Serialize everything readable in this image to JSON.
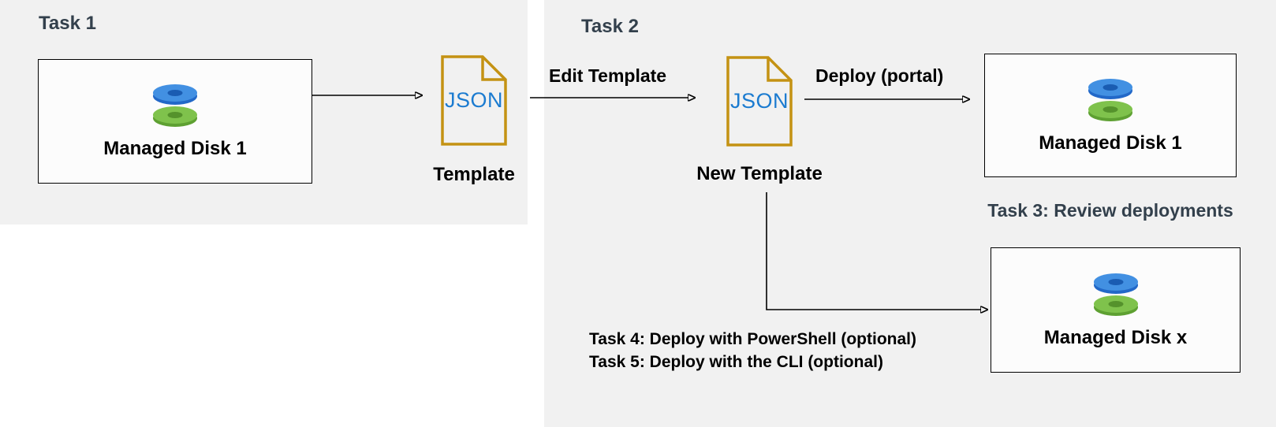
{
  "colors": {
    "panel": "#f1f1f1",
    "heading": "#33404c",
    "text": "#000000",
    "box_border": "#000000",
    "arrow": "#000000",
    "json_gold": "#c49213",
    "json_blue": "#1b7bd0",
    "disk_blue_top": "#4290e2",
    "disk_blue_side": "#2268c8",
    "disk_blue_hole": "#1a5cb2",
    "disk_green_top": "#7fc24c",
    "disk_green_side": "#5ea032",
    "disk_green_hole": "#55922c"
  },
  "headings": {
    "task1": "Task 1",
    "task2": "Task 2"
  },
  "nodes": {
    "source_disk": {
      "label": "Managed Disk 1",
      "icon": "managed-disk-icon"
    },
    "template": {
      "file_text": "JSON",
      "label": "Template",
      "icon": "json-file-icon"
    },
    "new_template": {
      "file_text": "JSON",
      "label": "New Template",
      "icon": "json-file-icon"
    },
    "deployed_disk_portal": {
      "label": "Managed Disk 1",
      "icon": "managed-disk-icon"
    },
    "deployed_disk_scripted": {
      "label": "Managed Disk x",
      "icon": "managed-disk-icon"
    }
  },
  "arrows": {
    "edit_template_label": "Edit Template",
    "deploy_portal_label": "Deploy (portal)"
  },
  "annotations": {
    "task3": "Task 3: Review deployments",
    "task4": "Task 4: Deploy with PowerShell (optional)",
    "task5": "Task 5: Deploy with the CLI (optional)"
  }
}
